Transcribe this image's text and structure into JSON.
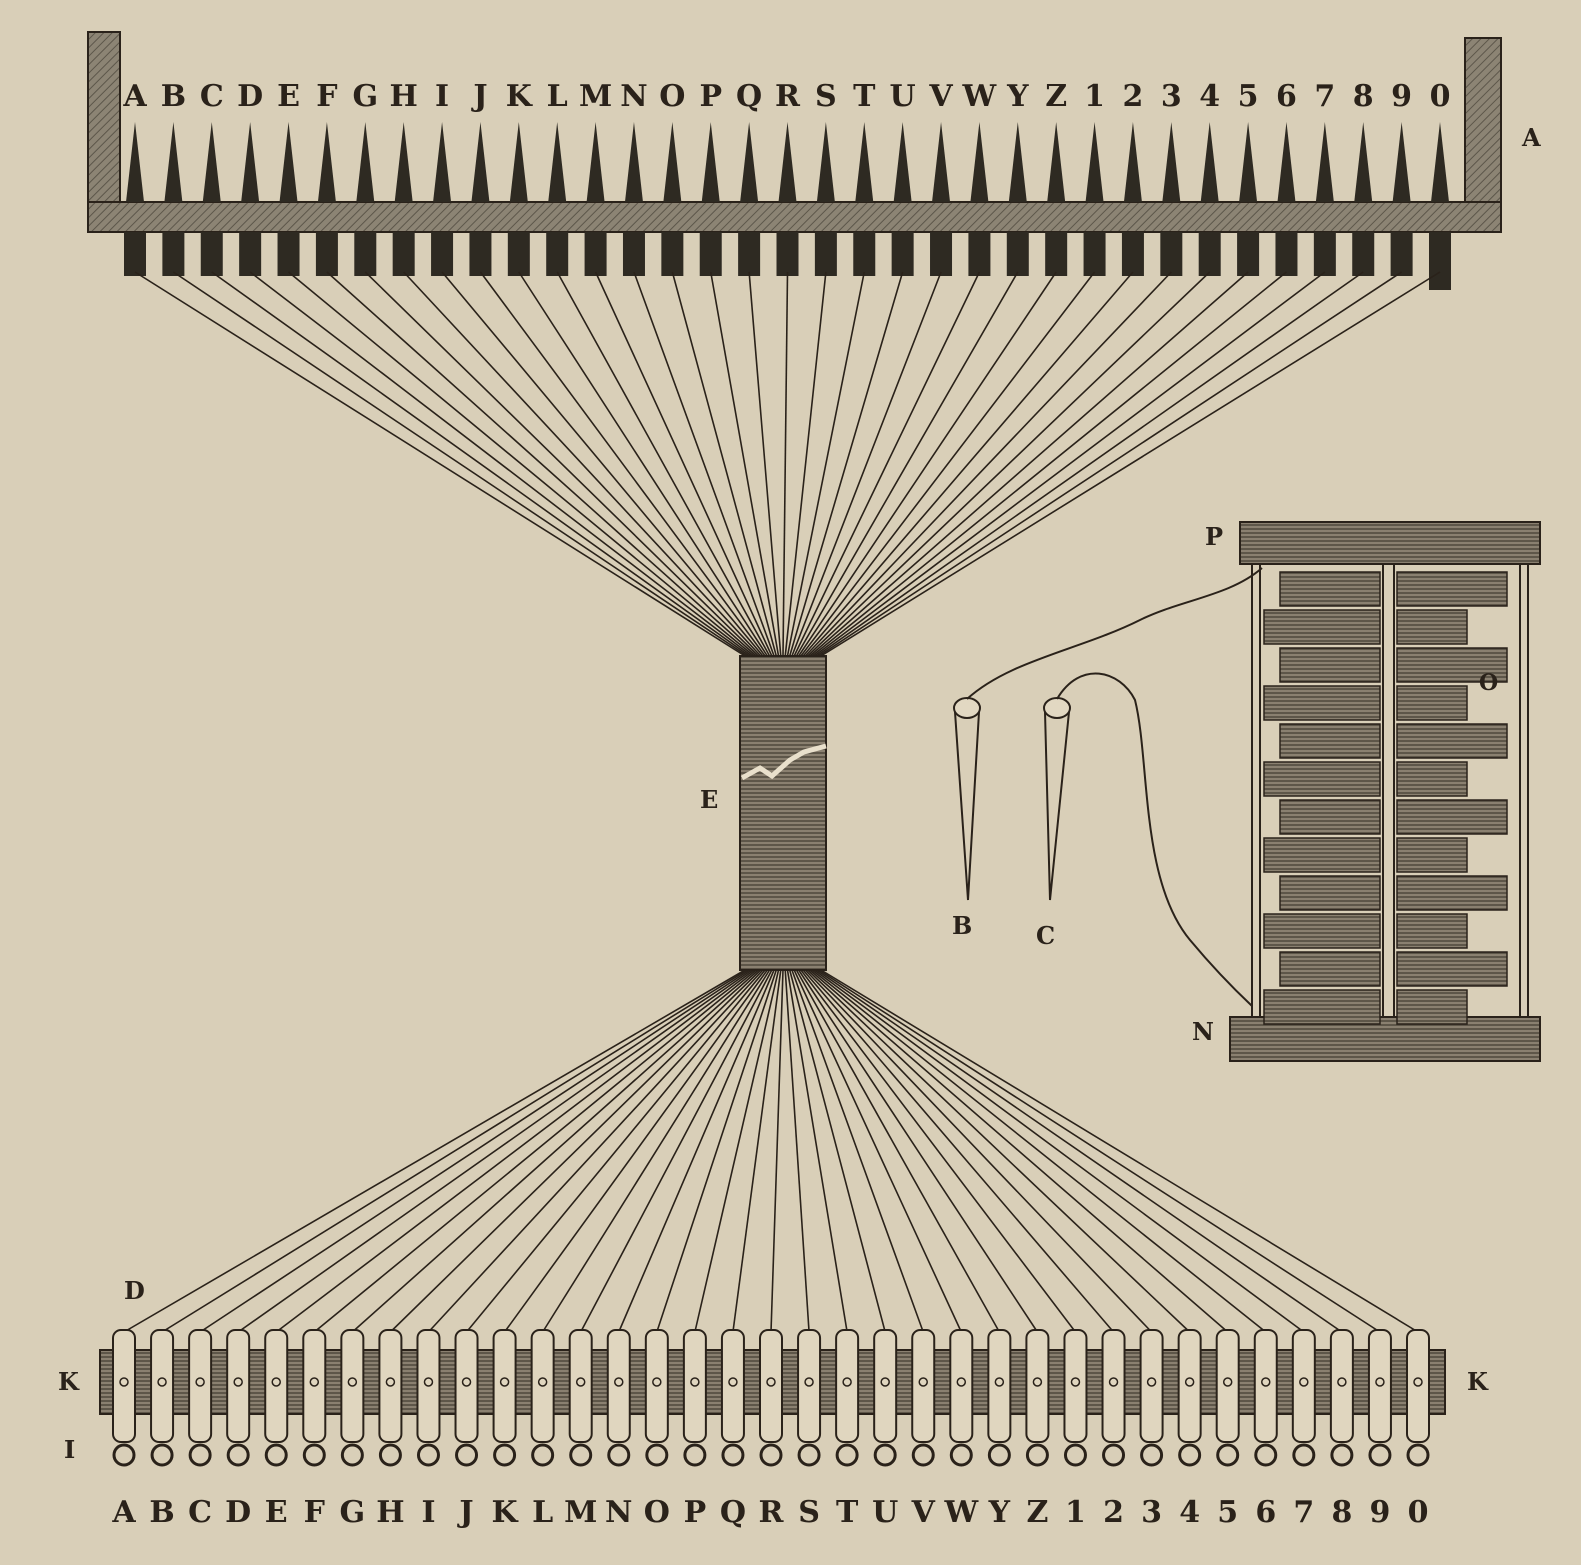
{
  "top_alphabet": [
    "A",
    "B",
    "C",
    "D",
    "E",
    "F",
    "G",
    "H",
    "I",
    "J",
    "K",
    "L",
    "M",
    "N",
    "O",
    "P",
    "Q",
    "R",
    "S",
    "T",
    "U",
    "V",
    "W",
    "Y",
    "Z",
    "1",
    "2",
    "3",
    "4",
    "5",
    "6",
    "7",
    "8",
    "9",
    "0"
  ],
  "bottom_alphabet": [
    "A",
    "B",
    "C",
    "D",
    "E",
    "F",
    "G",
    "H",
    "I",
    "J",
    "K",
    "L",
    "M",
    "N",
    "O",
    "P",
    "Q",
    "R",
    "S",
    "T",
    "U",
    "V",
    "W",
    "Y",
    "Z",
    "1",
    "2",
    "3",
    "4",
    "5",
    "6",
    "7",
    "8",
    "9",
    "0"
  ],
  "labels": {
    "a": "A",
    "b": "B",
    "c": "C",
    "d": "D",
    "e": "E",
    "i": "I",
    "k_left": "K",
    "k_right": "K",
    "n": "N",
    "o": "O",
    "p": "P"
  },
  "colors": {
    "paper": "#d9cfb8",
    "ink": "#2a221a",
    "frame": "#7a7262"
  }
}
